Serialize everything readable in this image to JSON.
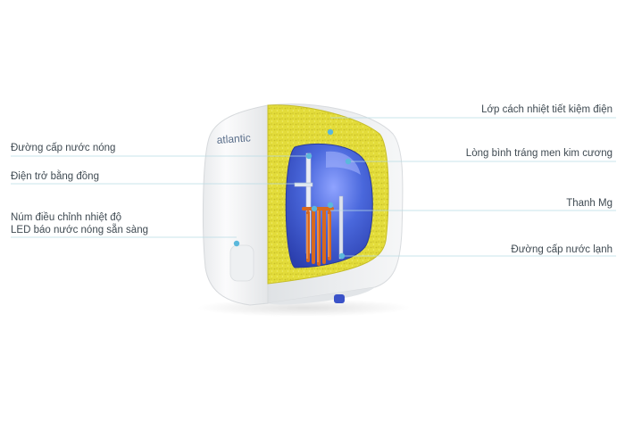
{
  "brand": "atlantic",
  "labels": {
    "hot_water_line": "Đường cấp nước nóng",
    "copper_heater": "Điện trở bằng đồng",
    "temp_knob": "Núm điều chỉnh nhiệt độ",
    "led_ready": "LED báo nước nóng sẵn sàng",
    "insulation": "Lớp cách nhiệt tiết kiệm điện",
    "tank_lining": "Lòng bình tráng men kim cương",
    "mg_rod": "Thanh Mg",
    "cold_water_line": "Đường cấp nước lạnh"
  },
  "colors": {
    "leader_line": "#b9dbe4",
    "dot": "#5bb8dc",
    "insulation_yellow": "#e6df3c",
    "tank_blue": "#3d5fd0",
    "copper": "#d8691e",
    "body_white": "#f4f5f6"
  }
}
